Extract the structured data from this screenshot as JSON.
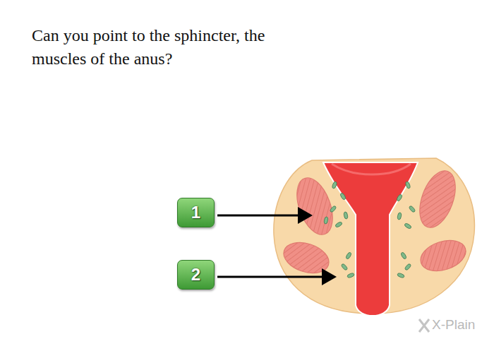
{
  "diagram": {
    "title": "Can you point to the sphincter, the muscles of the anus?",
    "nodes": [
      {
        "text": [
          "1"
        ]
      },
      {
        "text": [
          "2"
        ]
      }
    ],
    "labels": [
      "X-Plain"
    ]
  }
}
